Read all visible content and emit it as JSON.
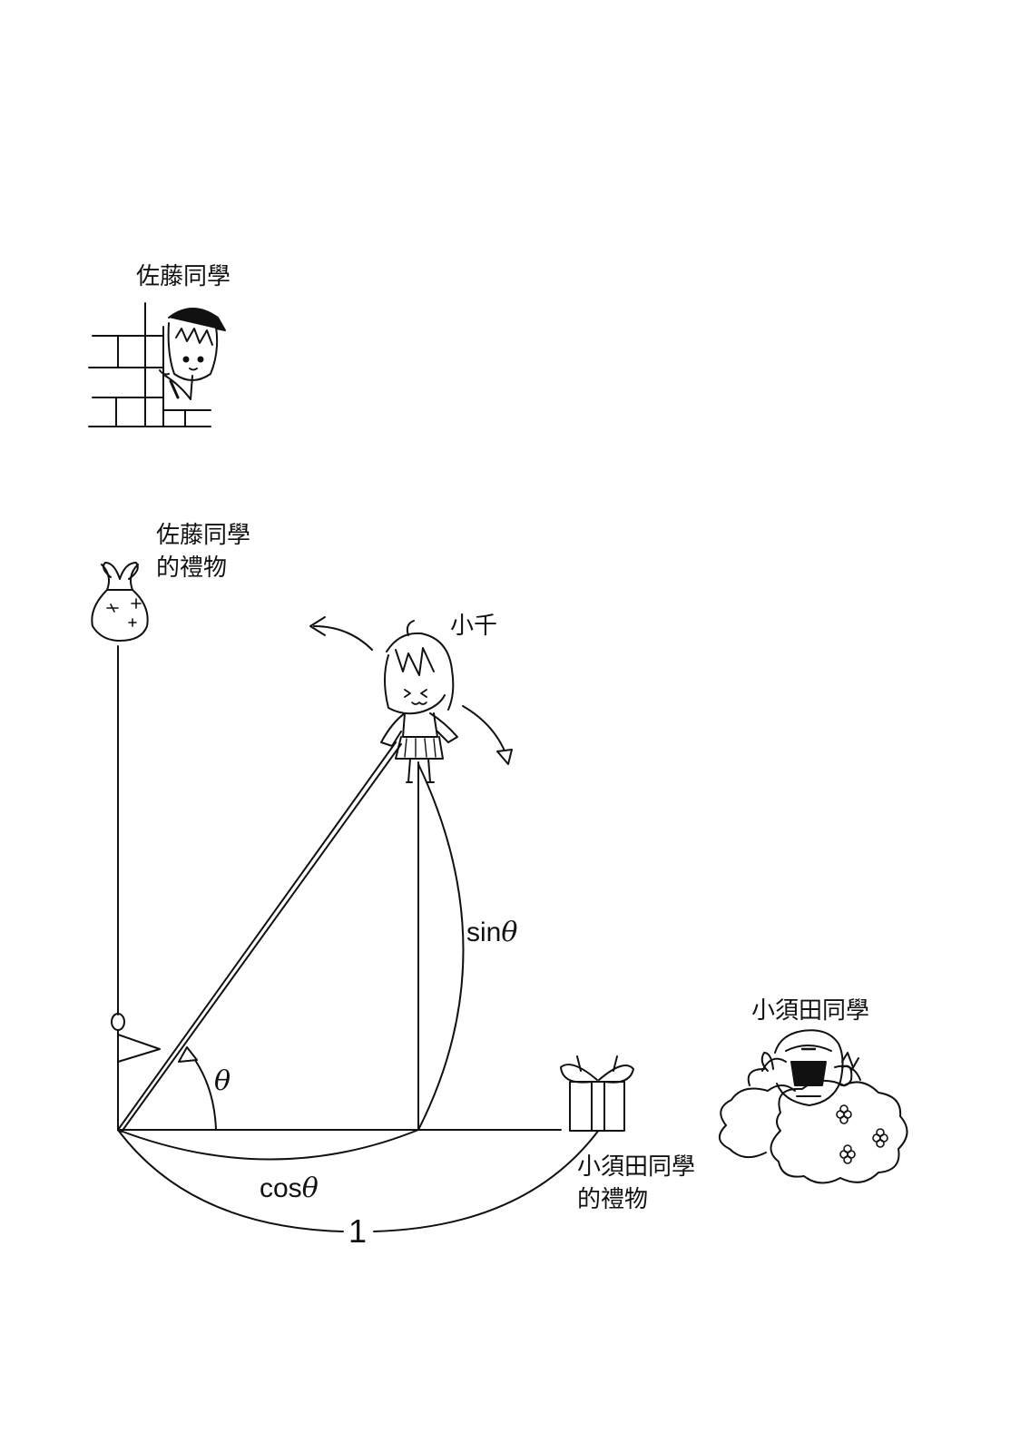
{
  "labels": {
    "sato": "佐藤同學",
    "sato_gift_line1": "佐藤同學",
    "sato_gift_line2": "的禮物",
    "chi": "小千",
    "kosuda": "小須田同學",
    "kosuda_gift_line1": "小須田同學",
    "kosuda_gift_line2": "的禮物"
  },
  "math": {
    "sin_prefix": "sin",
    "cos_prefix": "cos",
    "theta": "θ",
    "one": "1"
  },
  "colors": {
    "ink": "#111111",
    "paper": "#ffffff"
  }
}
